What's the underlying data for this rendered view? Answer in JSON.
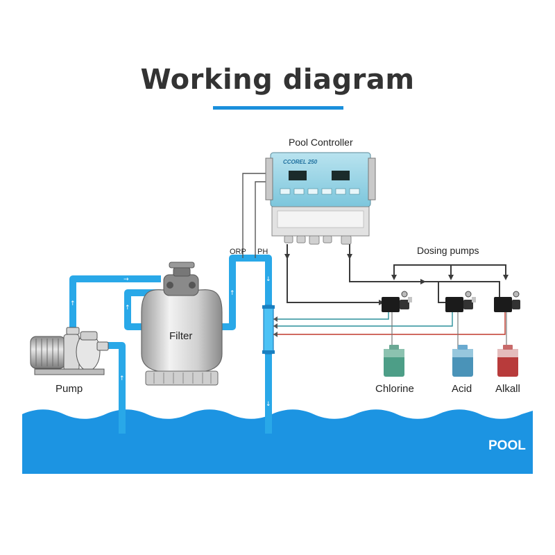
{
  "title": "Working diagram",
  "labels": {
    "controller": "Pool Controller",
    "controller_brand": "CCOREL 250",
    "dosing_pumps": "Dosing pumps",
    "orp": "ORP",
    "ph": "PH",
    "filter": "Filter",
    "pump": "Pump",
    "chlorine": "Chlorine",
    "acid": "Acid",
    "alkali": "Alkall",
    "pool": "POOL"
  },
  "colors": {
    "accent": "#1a8fdc",
    "pipe": "#29a8e8",
    "pool": "#1c94e2",
    "chlorine": "#4d9e87",
    "acid": "#4a93b8",
    "alkali": "#b83b3b",
    "line_dark": "#3a3a3a",
    "line_red": "#c0392b",
    "line_teal": "#2a8f9a"
  }
}
